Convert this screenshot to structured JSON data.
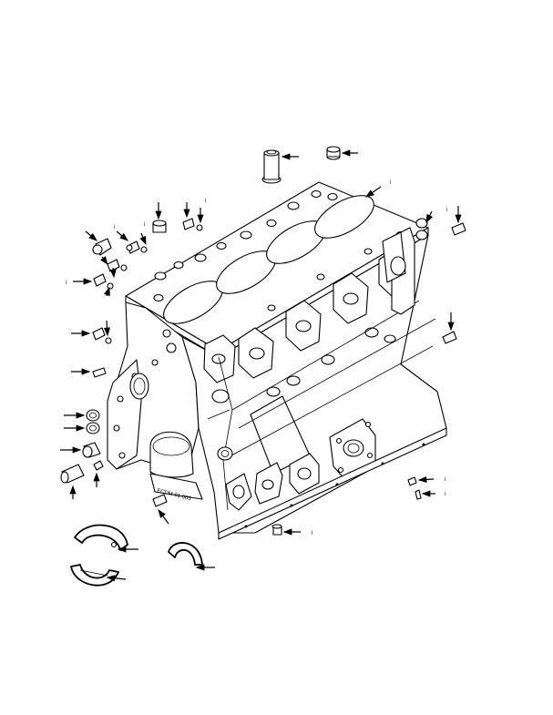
{
  "diagram": {
    "callouts": [
      {
        "id": "c1",
        "text": "i"
      },
      {
        "id": "c2",
        "text": "i"
      },
      {
        "id": "c3",
        "text": "i"
      },
      {
        "id": "c4",
        "text": "i"
      },
      {
        "id": "c5",
        "text": "i"
      },
      {
        "id": "c6",
        "text": "i"
      },
      {
        "id": "c7",
        "text": "i"
      },
      {
        "id": "c8",
        "text": "i"
      },
      {
        "id": "c9",
        "text": "i"
      }
    ],
    "block_stamp": "ECDM-01-003"
  }
}
